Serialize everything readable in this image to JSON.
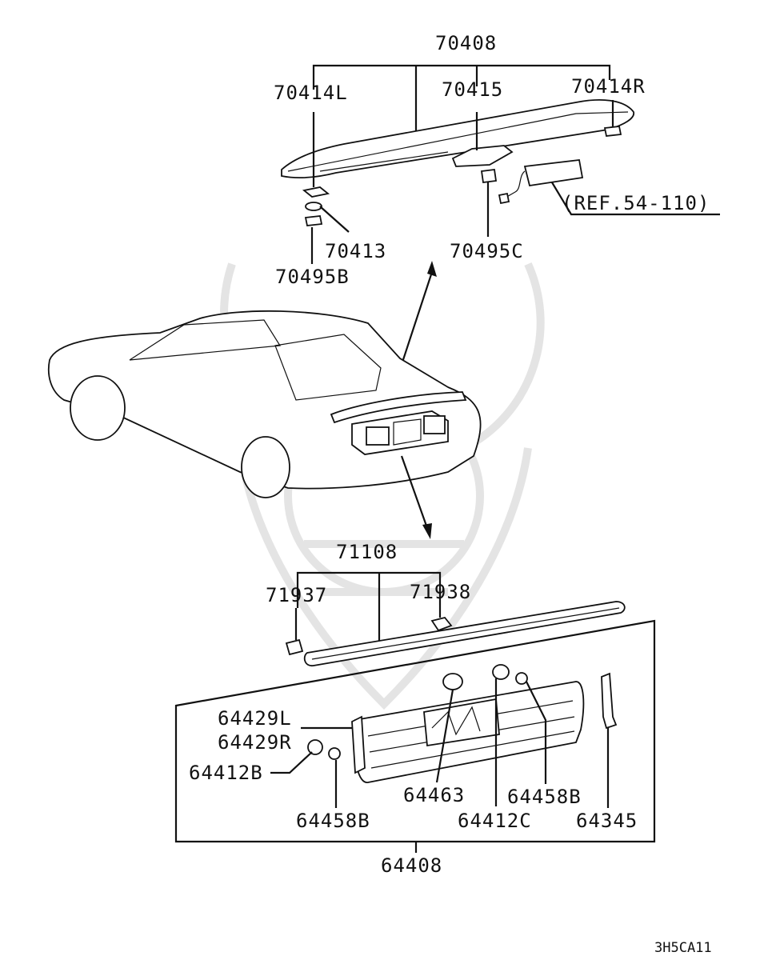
{
  "labels": {
    "p70408": "70408",
    "p70414L": "70414L",
    "p70415": "70415",
    "p70414R": "70414R",
    "ref": "(REF.54-110)",
    "p70413": "70413",
    "p70495C": "70495C",
    "p70495B": "70495B",
    "p71108": "71108",
    "p71937": "71937",
    "p71938": "71938",
    "p64429L": "64429L",
    "p64429R": "64429R",
    "p64412B": "64412B",
    "p64463": "64463",
    "p64458B_right": "64458B",
    "p64458B_left": "64458B",
    "p64412C": "64412C",
    "p64345": "64345",
    "p64408": "64408",
    "diagram_code": "3H5CA11"
  }
}
